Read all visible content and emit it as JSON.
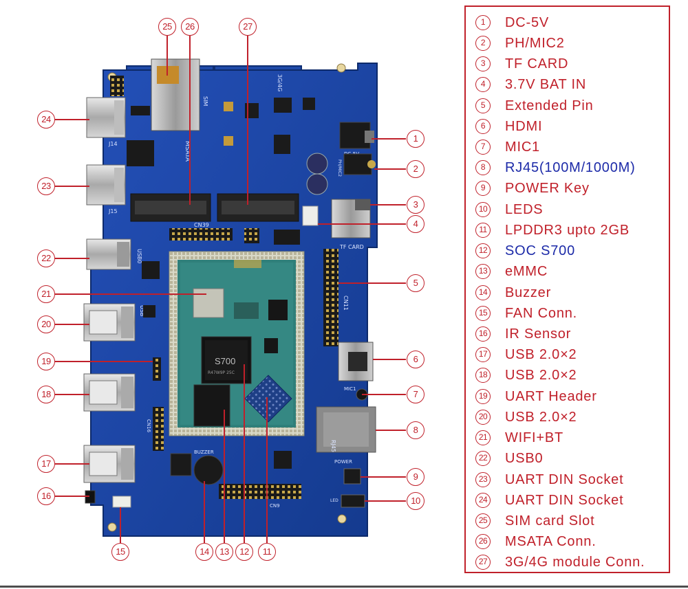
{
  "legend": [
    {
      "num": "1",
      "label": "DC-5V",
      "color": "#c0202a"
    },
    {
      "num": "2",
      "label": "PH/MIC2",
      "color": "#c0202a"
    },
    {
      "num": "3",
      "label": "TF CARD",
      "color": "#c0202a"
    },
    {
      "num": "4",
      "label": "3.7V BAT IN",
      "color": "#c0202a"
    },
    {
      "num": "5",
      "label": "Extended Pin",
      "color": "#c0202a"
    },
    {
      "num": "6",
      "label": "HDMI",
      "color": "#c0202a"
    },
    {
      "num": "7",
      "label": "MIC1",
      "color": "#c0202a"
    },
    {
      "num": "8",
      "label": "RJ45(100M/1000M)",
      "color": "#1c2aa8"
    },
    {
      "num": "9",
      "label": "POWER Key",
      "color": "#c0202a"
    },
    {
      "num": "10",
      "label": "LEDS",
      "color": "#c0202a"
    },
    {
      "num": "11",
      "label": "LPDDR3 upto 2GB",
      "color": "#c0202a"
    },
    {
      "num": "12",
      "label": "SOC S700",
      "color": "#1c2aa8"
    },
    {
      "num": "13",
      "label": "eMMC",
      "color": "#c0202a"
    },
    {
      "num": "14",
      "label": "Buzzer",
      "color": "#c0202a"
    },
    {
      "num": "15",
      "label": "FAN Conn.",
      "color": "#c0202a"
    },
    {
      "num": "16",
      "label": "IR Sensor",
      "color": "#c0202a"
    },
    {
      "num": "17",
      "label": "USB 2.0×2",
      "color": "#c0202a"
    },
    {
      "num": "18",
      "label": "USB 2.0×2",
      "color": "#c0202a"
    },
    {
      "num": "19",
      "label": "UART Header",
      "color": "#c0202a"
    },
    {
      "num": "20",
      "label": "USB 2.0×2",
      "color": "#c0202a"
    },
    {
      "num": "21",
      "label": "WIFI+BT",
      "color": "#c0202a"
    },
    {
      "num": "22",
      "label": "USB0",
      "color": "#c0202a"
    },
    {
      "num": "23",
      "label": "UART DIN Socket",
      "color": "#c0202a"
    },
    {
      "num": "24",
      "label": "UART DIN Socket",
      "color": "#c0202a"
    },
    {
      "num": "25",
      "label": "SIM card Slot",
      "color": "#c0202a"
    },
    {
      "num": "26",
      "label": "MSATA Conn.",
      "color": "#c0202a"
    },
    {
      "num": "27",
      "label": "3G/4G module Conn.",
      "color": "#c0202a"
    }
  ],
  "board_text": {
    "soc_mark": "S700",
    "soc_sub": "R47W9P 25C",
    "silk_sim": "SIM",
    "silk_msata": "MSATA",
    "silk_3g4g": "3G/4G",
    "silk_dc5v": "DC-5V",
    "silk_phmic2": "PH/MIC2",
    "silk_tfcard": "TF CARD",
    "silk_cn11": "CN11",
    "silk_cn39": "CN39",
    "silk_j14": "J14",
    "silk_j15": "J15",
    "silk_rj45": "RJ45",
    "silk_buzzer": "BUZZER",
    "silk_power": "POWER",
    "silk_led": "LED",
    "silk_mic1": "MIC1",
    "silk_cn9": "CN9",
    "silk_cn16": "CN16",
    "silk_usb": "USB",
    "silk_usb0": "USB0"
  },
  "colors": {
    "accent": "#c0202a",
    "blue_text": "#1c2aa8",
    "pcb": "#1a3f9c",
    "module": "#2f7f7a"
  }
}
